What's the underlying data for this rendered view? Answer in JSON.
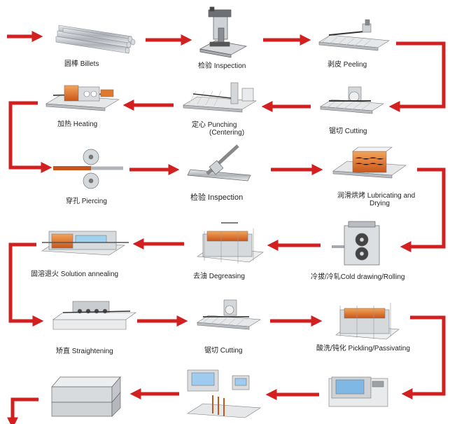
{
  "colors": {
    "arrow": "#d21f1f",
    "metal": "#c9ccd1",
    "metal_dark": "#8d9096",
    "hot": "#e0701e",
    "bed": "#e4e6e8"
  },
  "steps": [
    {
      "id": "billets",
      "label": "圆棒   Billets"
    },
    {
      "id": "inspection-1",
      "label": "检验   Inspection"
    },
    {
      "id": "peeling",
      "label": "剥皮 Peeling"
    },
    {
      "id": "cutting-1",
      "label": "锯切 Cutting"
    },
    {
      "id": "punching",
      "label": "定心   Punching",
      "label2": "(Centering)"
    },
    {
      "id": "heating",
      "label": "加热   Heating"
    },
    {
      "id": "piercing",
      "label": "穿孔 Piercing"
    },
    {
      "id": "inspection-2",
      "label": "检验 Inspection"
    },
    {
      "id": "lubricating",
      "label": "润滑烘烤  Lubricating and",
      "label2": "Drying"
    },
    {
      "id": "cold-drawing",
      "label": "冷拔/冷轧Cold drawing/Rolling"
    },
    {
      "id": "degreasing",
      "label": "去油   Degreasing"
    },
    {
      "id": "solution-annealing",
      "label": "固溶退火 Solution annealing"
    },
    {
      "id": "straightening",
      "label": "矫直 Straightening"
    },
    {
      "id": "cutting-2",
      "label": "锯切 Cutting"
    },
    {
      "id": "pickling",
      "label": "酸洗/钝化 Pickling/Passivating"
    }
  ]
}
